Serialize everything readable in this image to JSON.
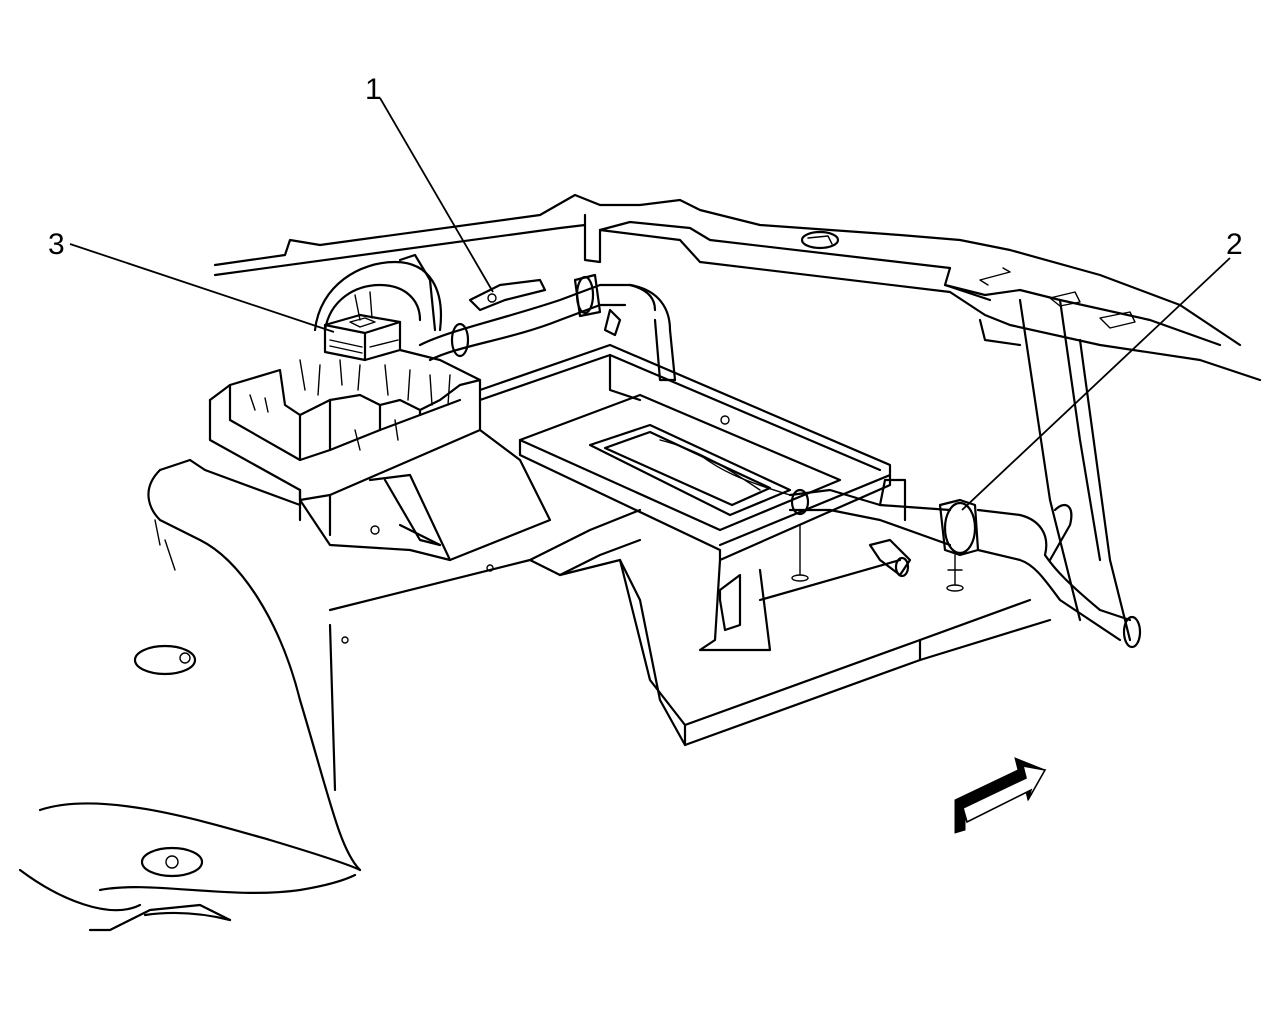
{
  "callouts": [
    {
      "id": "1",
      "label": "1"
    },
    {
      "id": "2",
      "label": "2"
    },
    {
      "id": "3",
      "label": "3"
    }
  ],
  "colors": {
    "ink": "#000000",
    "paper": "#ffffff"
  },
  "icons": {
    "direction_arrow": "forward-arrow-icon"
  }
}
